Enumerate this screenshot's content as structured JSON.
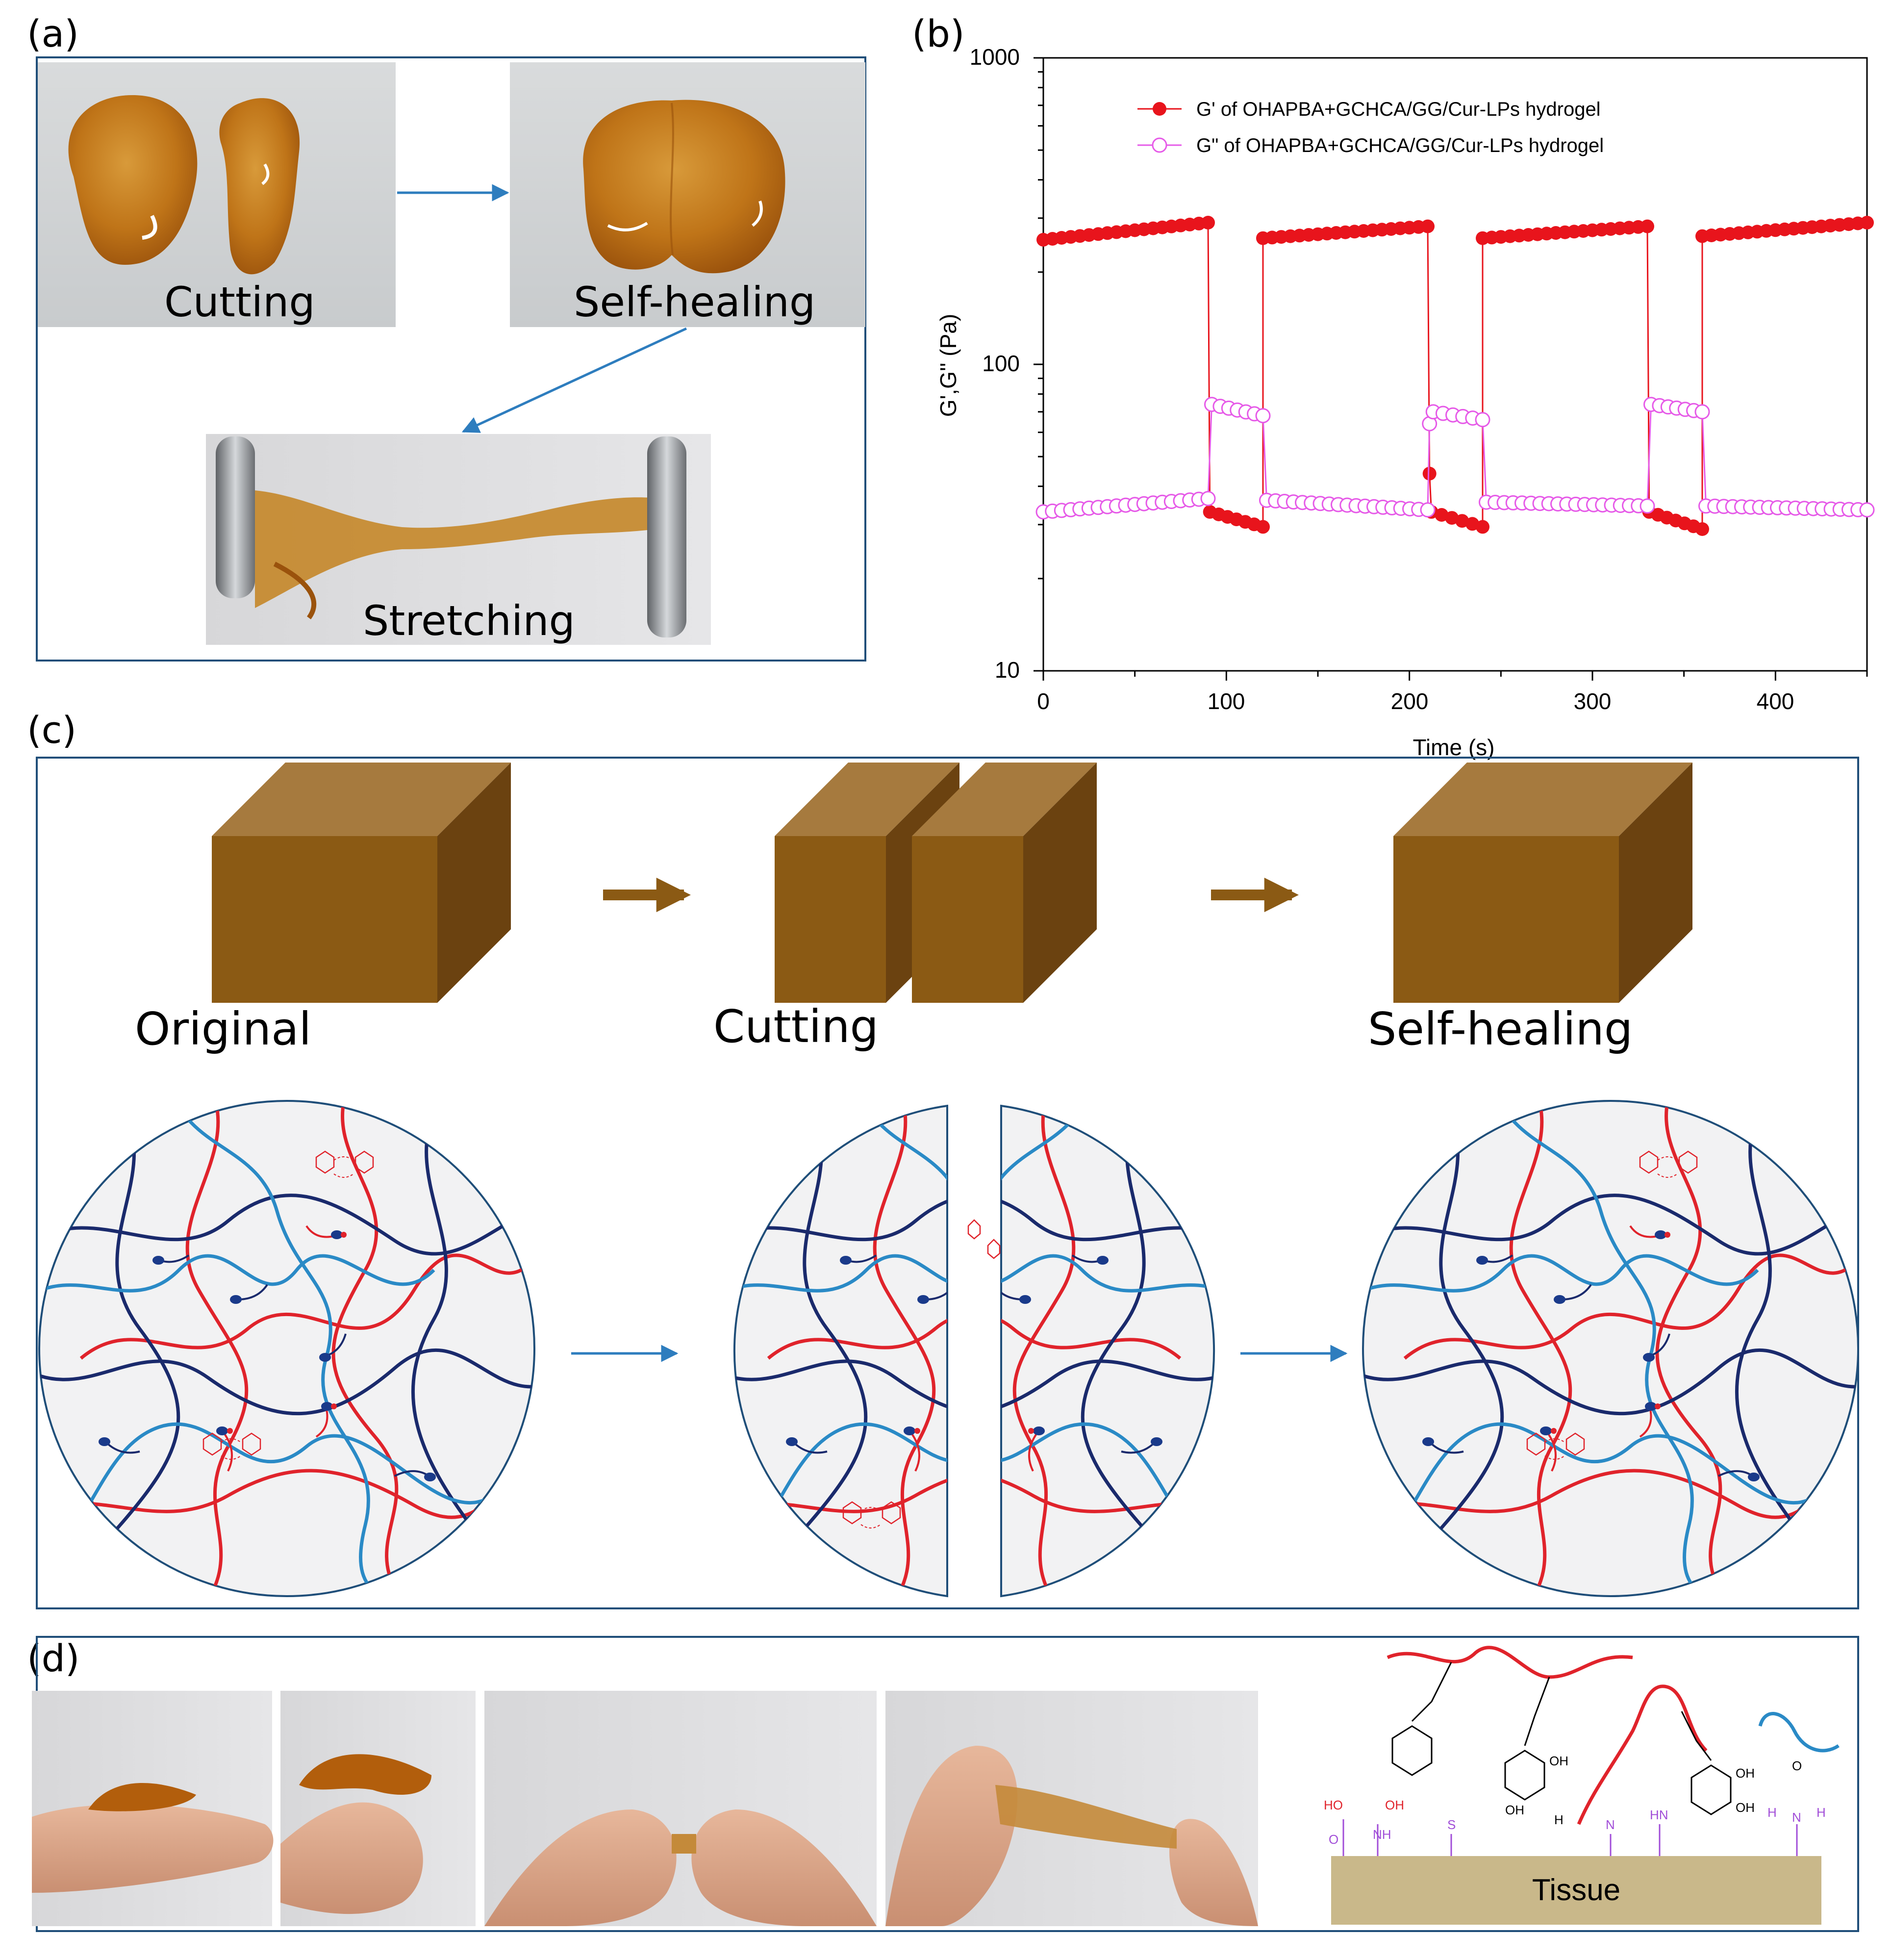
{
  "panels": {
    "a": {
      "letter": "(a)",
      "captions": [
        "Cutting",
        "Self-healing",
        "Stretching"
      ]
    },
    "b": {
      "letter": "(b)"
    },
    "c": {
      "letter": "(c)",
      "captions": [
        "Original",
        "Cutting",
        "Self-healing"
      ]
    },
    "d": {
      "letter": "(d)",
      "tissue_label": "Tissue",
      "chem_labels": [
        "HO",
        "OH",
        "O",
        "NH",
        "S",
        "OH",
        "OH",
        "H",
        "N",
        "HN",
        "OH",
        "OH",
        "O",
        "H",
        "N",
        "H"
      ]
    }
  },
  "colors": {
    "gel_orange": "#c9801f",
    "cube_front": "#8b5a14",
    "cube_top": "#a67a3e",
    "cube_side": "#6b4210",
    "arrow_blue": "#2e7dbe",
    "network_red": "#e0232b",
    "network_navy": "#1a2a6c",
    "network_blue": "#2a8ac6",
    "bond_purple": "#a14ed8",
    "tissue": "#c9b88a"
  },
  "chart_data": {
    "type": "scatter",
    "title": "",
    "xlabel": "Time (s)",
    "ylabel": "G',G'' (Pa)",
    "x_ticks": [
      "0",
      "100",
      "200",
      "300",
      "400"
    ],
    "y_ticks": [
      "10",
      "100",
      "1000"
    ],
    "xlim": [
      0,
      450
    ],
    "ylim": [
      10,
      1000
    ],
    "y_scale": "log",
    "legend_position": "top-left",
    "series": [
      {
        "name": "G' of OHAPBA+GCHCA/GG/Cur-LPs hydrogel",
        "color": "#e8141c",
        "marker": "filled-circle",
        "segments": [
          {
            "x0": 0,
            "x1": 90,
            "y0": 255,
            "y1": 290,
            "n": 19
          },
          {
            "x0": 91,
            "x1": 120,
            "y0": 33,
            "y1": 29.5,
            "n": 7
          },
          {
            "x0": 120,
            "x1": 210,
            "y0": 258,
            "y1": 282,
            "n": 19
          },
          {
            "x0": 211,
            "x1": 211,
            "y0": 44,
            "y1": 44,
            "n": 1
          },
          {
            "x0": 212,
            "x1": 240,
            "y0": 33,
            "y1": 29.5,
            "n": 6
          },
          {
            "x0": 240,
            "x1": 330,
            "y0": 258,
            "y1": 282,
            "n": 19
          },
          {
            "x0": 331,
            "x1": 360,
            "y0": 33,
            "y1": 29,
            "n": 7
          },
          {
            "x0": 360,
            "x1": 450,
            "y0": 262,
            "y1": 290,
            "n": 19
          }
        ]
      },
      {
        "name": "G\" of OHAPBA+GCHCA/GG/Cur-LPs  hydrogel",
        "color": "#e65ae8",
        "marker": "open-circle",
        "segments": [
          {
            "x0": 0,
            "x1": 90,
            "y0": 33,
            "y1": 36.5,
            "n": 19
          },
          {
            "x0": 92,
            "x1": 120,
            "y0": 74,
            "y1": 68,
            "n": 7
          },
          {
            "x0": 122,
            "x1": 210,
            "y0": 36,
            "y1": 33.5,
            "n": 19
          },
          {
            "x0": 211,
            "x1": 211,
            "y0": 64,
            "y1": 64,
            "n": 1
          },
          {
            "x0": 213,
            "x1": 240,
            "y0": 70,
            "y1": 66,
            "n": 6
          },
          {
            "x0": 242,
            "x1": 330,
            "y0": 35.5,
            "y1": 34.5,
            "n": 19
          },
          {
            "x0": 332,
            "x1": 360,
            "y0": 74,
            "y1": 70,
            "n": 7
          },
          {
            "x0": 362,
            "x1": 450,
            "y0": 34.5,
            "y1": 33.5,
            "n": 19
          }
        ]
      }
    ]
  }
}
